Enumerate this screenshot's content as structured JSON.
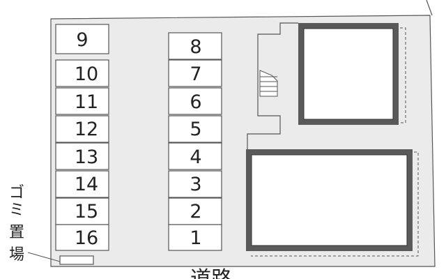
{
  "map": {
    "left_column": [
      "9",
      "10",
      "11",
      "12",
      "13",
      "14",
      "15",
      "16"
    ],
    "right_column": [
      "8",
      "7",
      "6",
      "5",
      "4",
      "3",
      "2",
      "1"
    ],
    "garbage_label_chars": [
      "ゴ",
      "ミ",
      "置",
      "場"
    ],
    "road_label": "道路",
    "colors": {
      "lot": "#ebebeb",
      "outline": "#555555",
      "building_border": "#5a5a5a",
      "slot_fill": "#ffffff"
    }
  }
}
